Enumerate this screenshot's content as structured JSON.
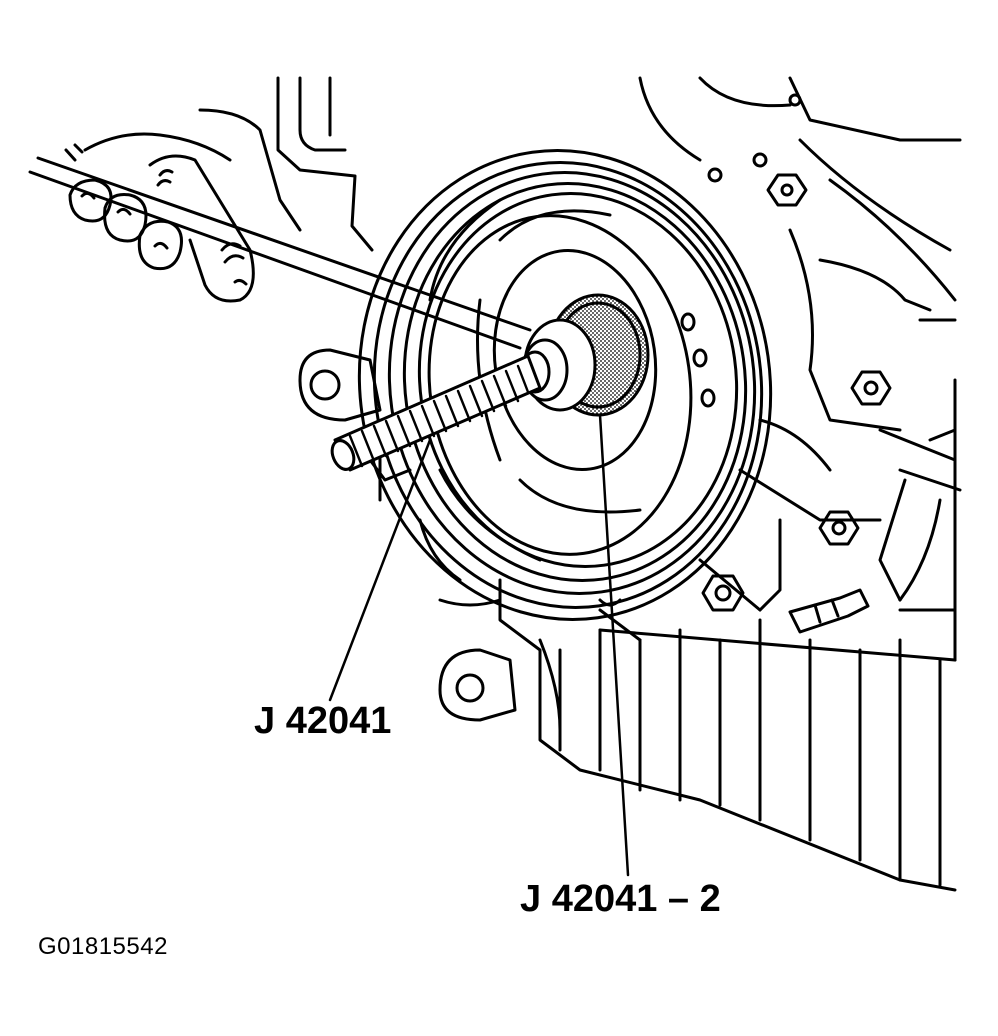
{
  "figure": {
    "callouts": {
      "tool": "J 42041",
      "adapter": "J 42041 – 2"
    },
    "figure_id": "G01815542"
  },
  "colors": {
    "line": "#000000",
    "background": "#ffffff",
    "stipple": "#b8b8b8"
  }
}
